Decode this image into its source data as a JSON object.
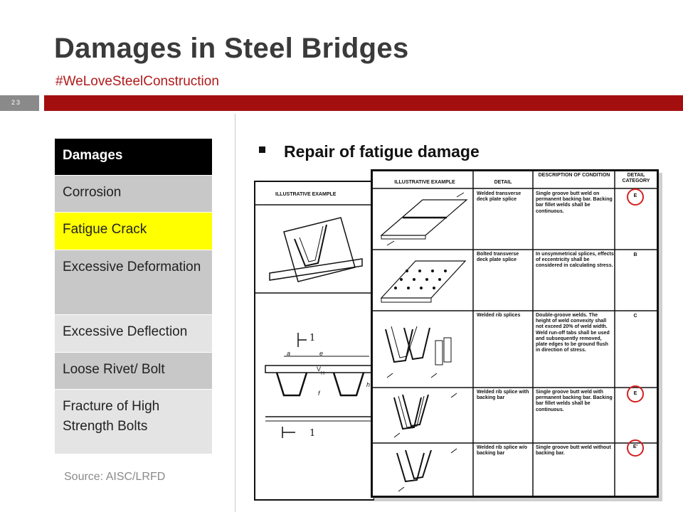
{
  "slide": {
    "title": "Damages in Steel Bridges",
    "subtitle": "#WeLoveSteelConstruction",
    "number": "23",
    "accent_color": "#a30f0f"
  },
  "damages_table": {
    "header": "Damages",
    "rows": [
      {
        "label": "Corrosion",
        "color": "#c8c8c8"
      },
      {
        "label": "Fatigue Crack",
        "color": "#ffff00"
      },
      {
        "label": "Excessive Deformation",
        "color": "#c8c8c8"
      },
      {
        "label": "Excessive Deflection",
        "color": "#e4e4e4"
      },
      {
        "label": "Loose Rivet/ Bolt",
        "color": "#c8c8c8"
      },
      {
        "label": "Fracture of High Strength Bolts",
        "color": "#e4e4e4"
      }
    ]
  },
  "source": "Source: AISC/LRFD",
  "bullet": "Repair of fatigue damage",
  "figure_back": {
    "header": "ILLUSTRATIVE EXAMPLE",
    "labels": [
      "1",
      "a",
      "e",
      "V",
      "H",
      "f",
      "h",
      "1"
    ]
  },
  "figure_front": {
    "headers": {
      "example": "ILLUSTRATIVE EXAMPLE",
      "detail": "DETAIL",
      "description": "DESCRIPTION OF CONDITION",
      "category": "DETAIL CATEGORY"
    },
    "rows": [
      {
        "detail": "Welded transverse deck plate splice",
        "description": "Single groove butt weld on permanent backing bar. Backing bar fillet welds shall be continuous.",
        "category": "E",
        "circled": true
      },
      {
        "detail": "Bolted transverse deck plate splice",
        "description": "In unsymmetrical splices, effects of eccentricity shall be considered in calculating stress.",
        "category": "B",
        "circled": false
      },
      {
        "detail": "Welded rib splices",
        "description": "Double-groove welds. The height of weld convexity shall not exceed 20% of weld width. Weld run-off tabs shall be used and subsequently removed, plate edges to be ground flush in direction of stress.",
        "category": "C",
        "circled": false
      },
      {
        "detail": "Welded rib splice with backing bar",
        "description": "Single groove butt weld with permanent backing bar. Backing bar fillet welds shall be continuous.",
        "category": "E",
        "circled": true
      },
      {
        "detail": "Welded rib splice w/o backing bar",
        "description": "Single groove butt weld without backing bar.",
        "category": "E'",
        "circled": true
      }
    ]
  }
}
